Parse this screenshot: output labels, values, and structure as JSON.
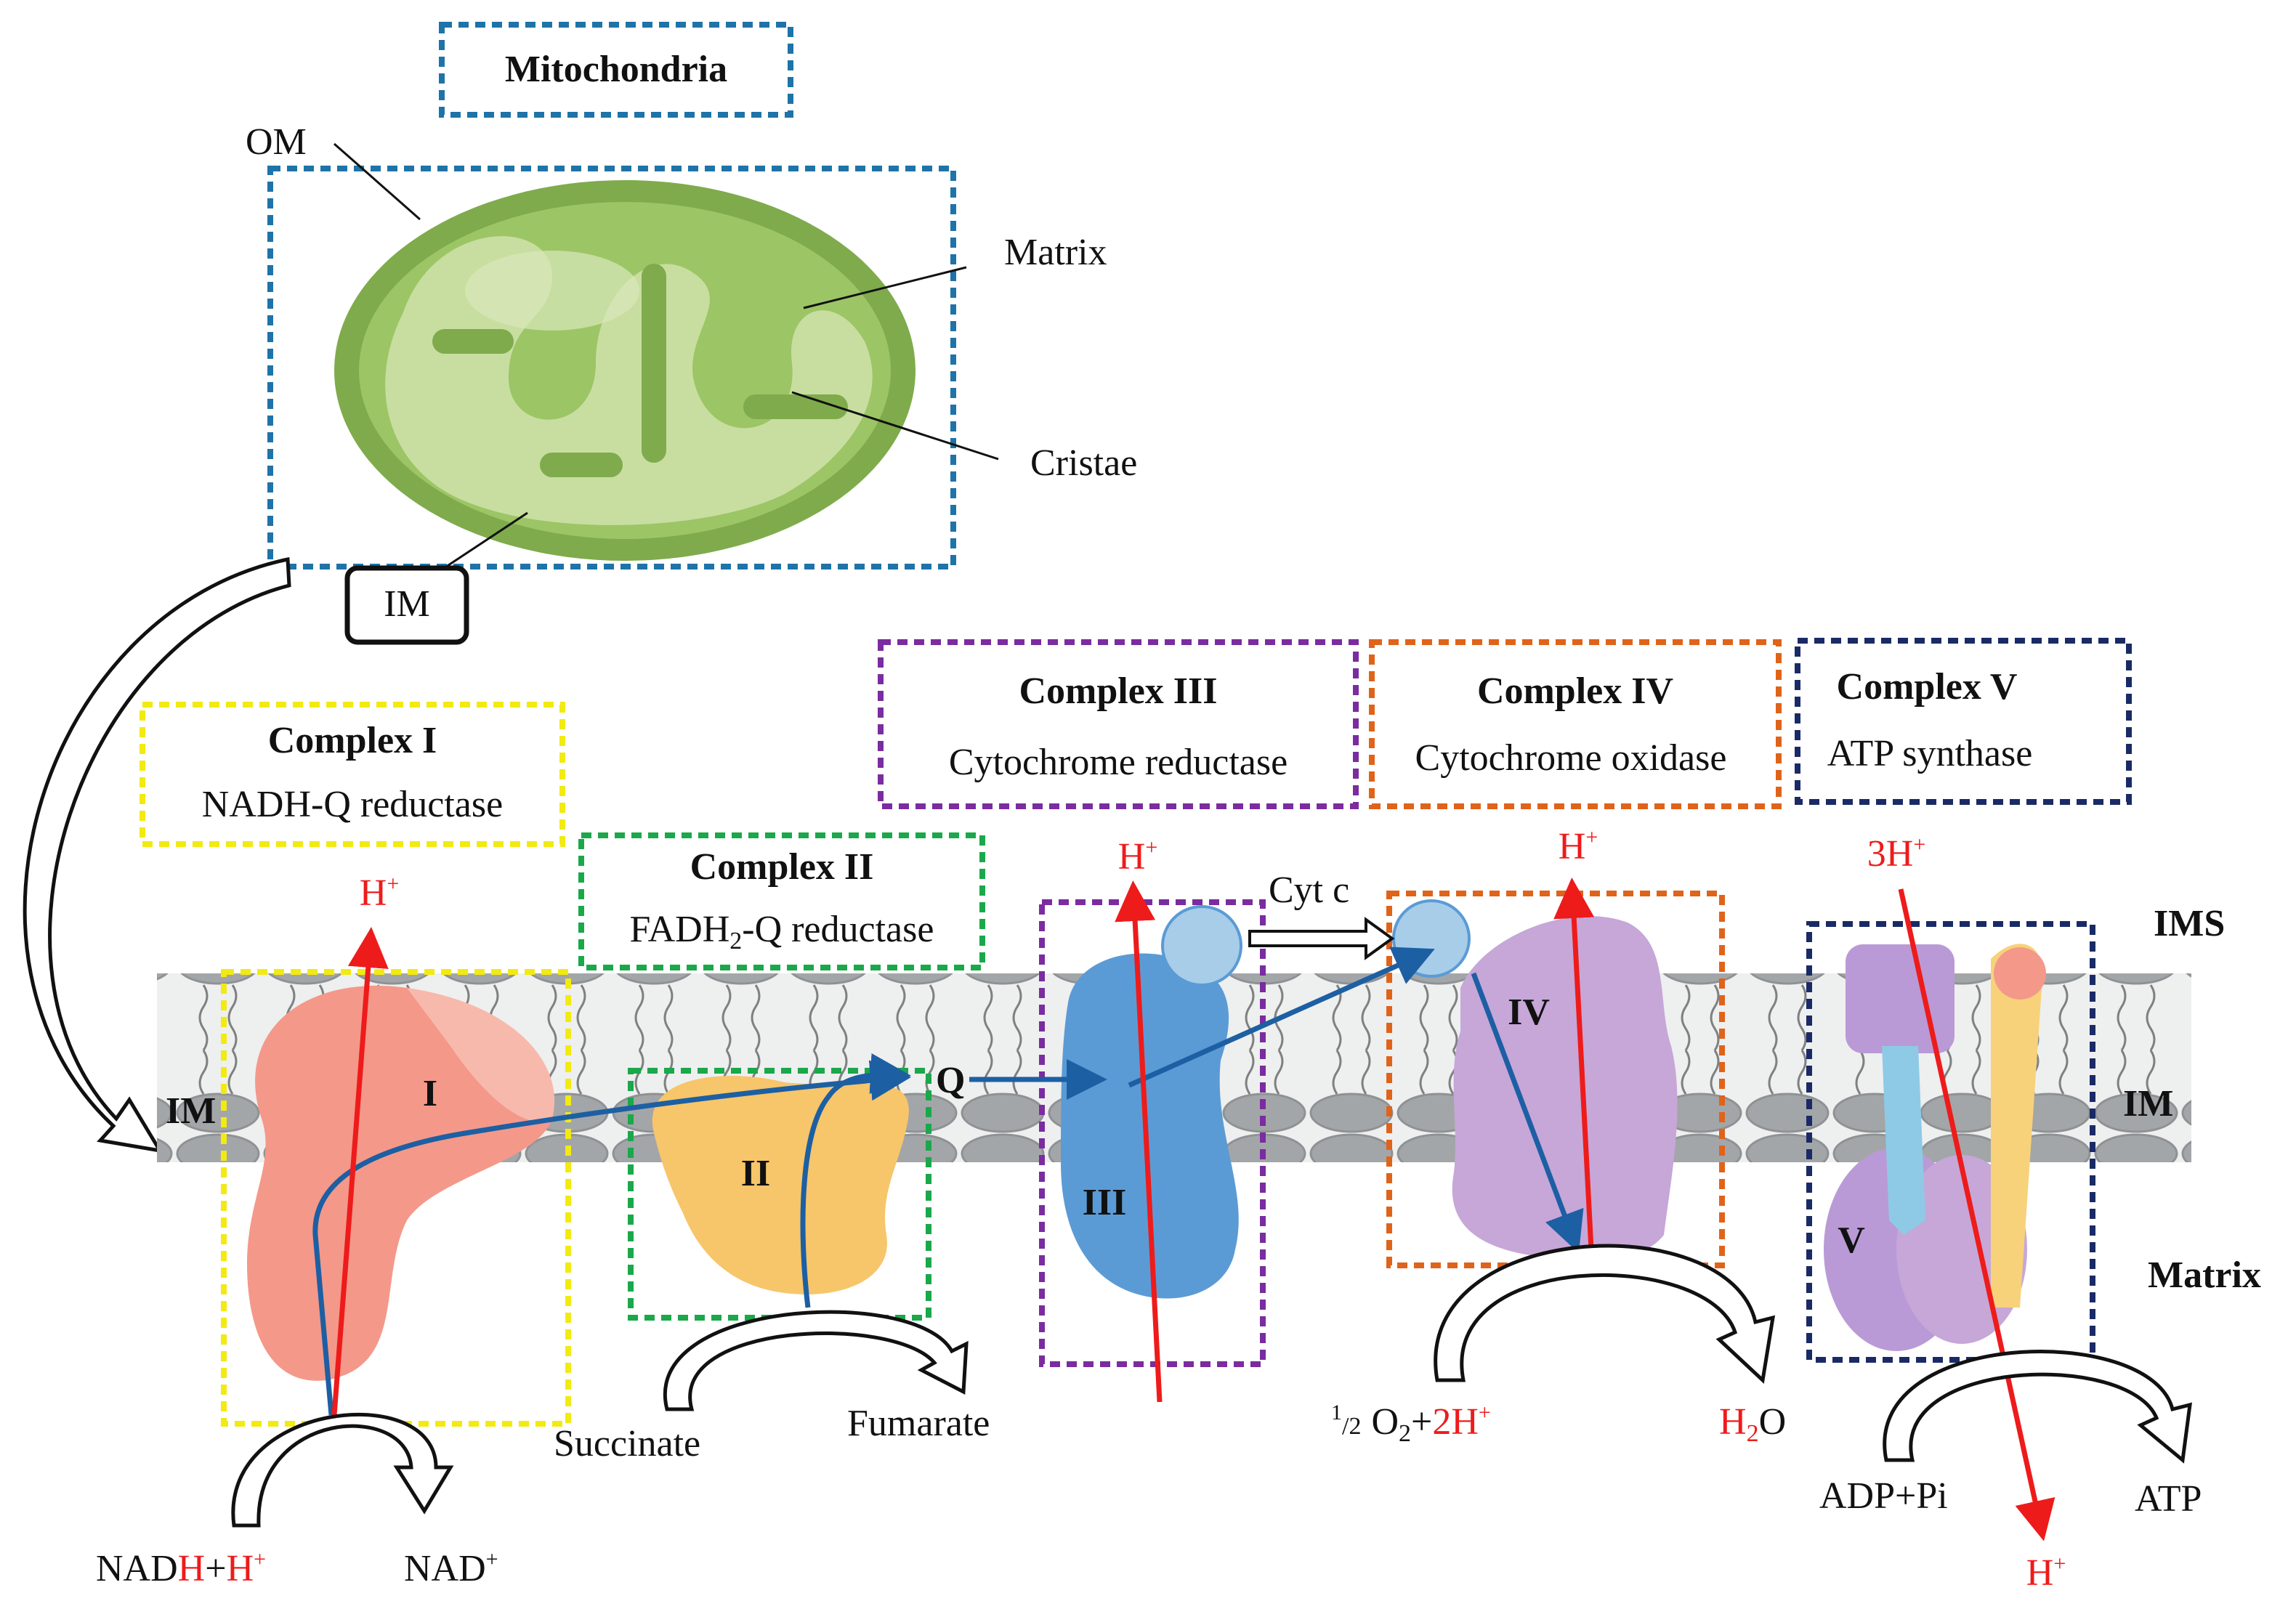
{
  "title": "Mitochondria",
  "mito_labels": {
    "om": "OM",
    "matrix": "Matrix",
    "cristae": "Cristae",
    "im": "IM"
  },
  "complexes": {
    "c1": {
      "title": "Complex I",
      "name": "NADH-Q reductase",
      "numeral": "I"
    },
    "c2": {
      "title": "Complex II",
      "name_prefix": "FADH",
      "name_sub": "2",
      "name_suffix": "-Q reductase",
      "numeral": "II"
    },
    "c3": {
      "title": "Complex III",
      "name": "Cytochrome reductase",
      "numeral": "III"
    },
    "c4": {
      "title": "Complex IV",
      "name": "Cytochrome oxidase",
      "numeral": "IV"
    },
    "c5": {
      "title": "Complex V",
      "name": "ATP synthase",
      "numeral": "V"
    }
  },
  "membrane_labels": {
    "ims": "IMS",
    "im_left": "IM",
    "im_right": "IM",
    "matrix": "Matrix"
  },
  "molecules": {
    "q": "Q",
    "cyt_c": "Cyt c",
    "h": "H",
    "plus": "+",
    "three_h": "3H",
    "nadh_a": "NAD",
    "nadh_b": "H",
    "nadh_plus": "+",
    "nadh_c": "H",
    "nad": "NAD",
    "succinate": "Succinate",
    "fumarate": "Fumarate",
    "half_num": "1",
    "half_den": "/2",
    "o2_a": "O",
    "o2_sub": "2",
    "o2_plus": "+",
    "two_h": "2H",
    "water_h": "H",
    "water_sub": "2",
    "water_o": "O",
    "adp": "ADP+Pi",
    "atp": "ATP"
  },
  "colors": {
    "blue_frame": "#1e73a8",
    "yellow_frame": "#f2ea10",
    "green_frame": "#1aa84a",
    "purple_frame": "#7a2ca0",
    "orange_frame": "#e0631a",
    "navy_frame": "#1a2a66",
    "proton": "#ee1b1b",
    "electron": "#1d5fa3"
  }
}
